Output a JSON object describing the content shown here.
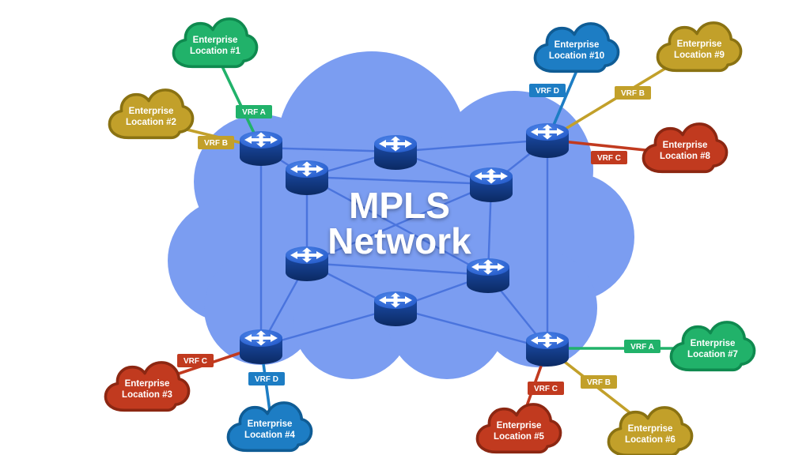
{
  "title": {
    "line1": "MPLS",
    "line2": "Network"
  },
  "colors": {
    "canvas": "#ffffff",
    "mpls-cloud": "#7b9df1",
    "core-link": "#4a74dd",
    "green": "#21b26a",
    "green-dark": "#0f8a4f",
    "gold": "#c2a02a",
    "gold-dark": "#8a7212",
    "red": "#c13a1f",
    "red-dark": "#8c2712",
    "blue": "#1d7dc4",
    "blue-dark": "#0f5c95",
    "router-top": "#1e55c6",
    "router-top-light": "#4f86ea",
    "router-body": "#0b2a63",
    "router-body-light": "#1b4aa6",
    "label-text": "#ffffff"
  },
  "locations": [
    {
      "line1": "Enterprise",
      "line2": "Location #1",
      "vrf": "VRF A",
      "color": "green"
    },
    {
      "line1": "Enterprise",
      "line2": "Location #2",
      "vrf": "VRF B",
      "color": "gold"
    },
    {
      "line1": "Enterprise",
      "line2": "Location #3",
      "vrf": "VRF C",
      "color": "red"
    },
    {
      "line1": "Enterprise",
      "line2": "Location #4",
      "vrf": "VRF D",
      "color": "blue"
    },
    {
      "line1": "Enterprise",
      "line2": "Location #5",
      "vrf": "VRF C",
      "color": "red"
    },
    {
      "line1": "Enterprise",
      "line2": "Location #6",
      "vrf": "VRF B",
      "color": "gold"
    },
    {
      "line1": "Enterprise",
      "line2": "Location #7",
      "vrf": "VRF A",
      "color": "green"
    },
    {
      "line1": "Enterprise",
      "line2": "Location #8",
      "vrf": "VRF C",
      "color": "red"
    },
    {
      "line1": "Enterprise",
      "line2": "Location #9",
      "vrf": "VRF B",
      "color": "gold"
    },
    {
      "line1": "Enterprise",
      "line2": "Location #10",
      "vrf": "VRF D",
      "color": "blue"
    }
  ]
}
